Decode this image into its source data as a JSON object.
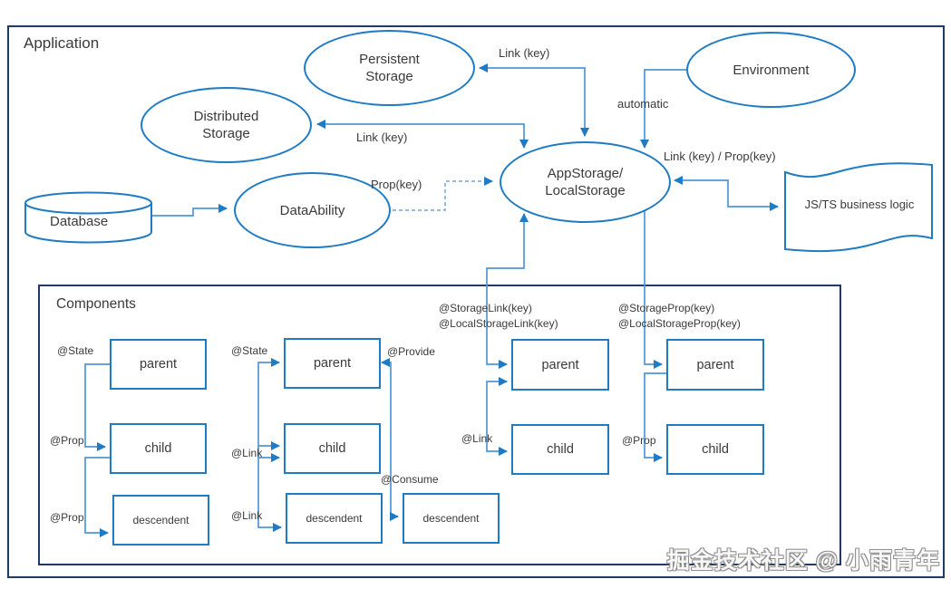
{
  "application": {
    "title": "Application"
  },
  "storage_nodes": {
    "persistent": {
      "line1": "Persistent",
      "line2": "Storage"
    },
    "distributed": {
      "line1": "Distributed",
      "line2": "Storage"
    },
    "appstorage": {
      "line1": "AppStorage/",
      "line2": "LocalStorage"
    },
    "environment": {
      "label": "Environment"
    },
    "dataability": {
      "label": "DataAbility"
    },
    "database": {
      "label": "Database"
    },
    "business_logic": {
      "label": "JS/TS business logic"
    }
  },
  "edge_labels": {
    "persistent_link": "Link (key)",
    "distributed_link": "Link (key)",
    "environment_automatic": "automatic",
    "dataability_prop": "Prop(key)",
    "business_link_prop": "Link (key) / Prop(key)"
  },
  "components": {
    "title": "Components",
    "column1": {
      "state": "@State",
      "prop_child": "@Prop",
      "prop_descendent": "@Prop",
      "parent": "parent",
      "child": "child",
      "descendent": "descendent"
    },
    "column2": {
      "state": "@State",
      "link_child": "@Link",
      "link_descendent": "@Link",
      "provide": "@Provide",
      "consume": "@Consume",
      "parent": "parent",
      "child": "child",
      "descendent": "descendent"
    },
    "column3": {
      "header1": "@StorageLink(key)",
      "header2": "@LocalStorageLink(key)",
      "link": "@Link",
      "parent": "parent",
      "child": "child",
      "descendent": "descendent"
    },
    "column4": {
      "header1": "@StorageProp(key)",
      "header2": "@LocalStorageProp(key)",
      "prop": "@Prop",
      "parent": "parent",
      "child": "child"
    }
  },
  "colors": {
    "shape_stroke": "#1e7bc4",
    "line": "#4f97d6",
    "frame": "#1f3a68",
    "text": "#3a3a3a"
  },
  "watermark": "掘金技术社区 @ 小雨青年"
}
